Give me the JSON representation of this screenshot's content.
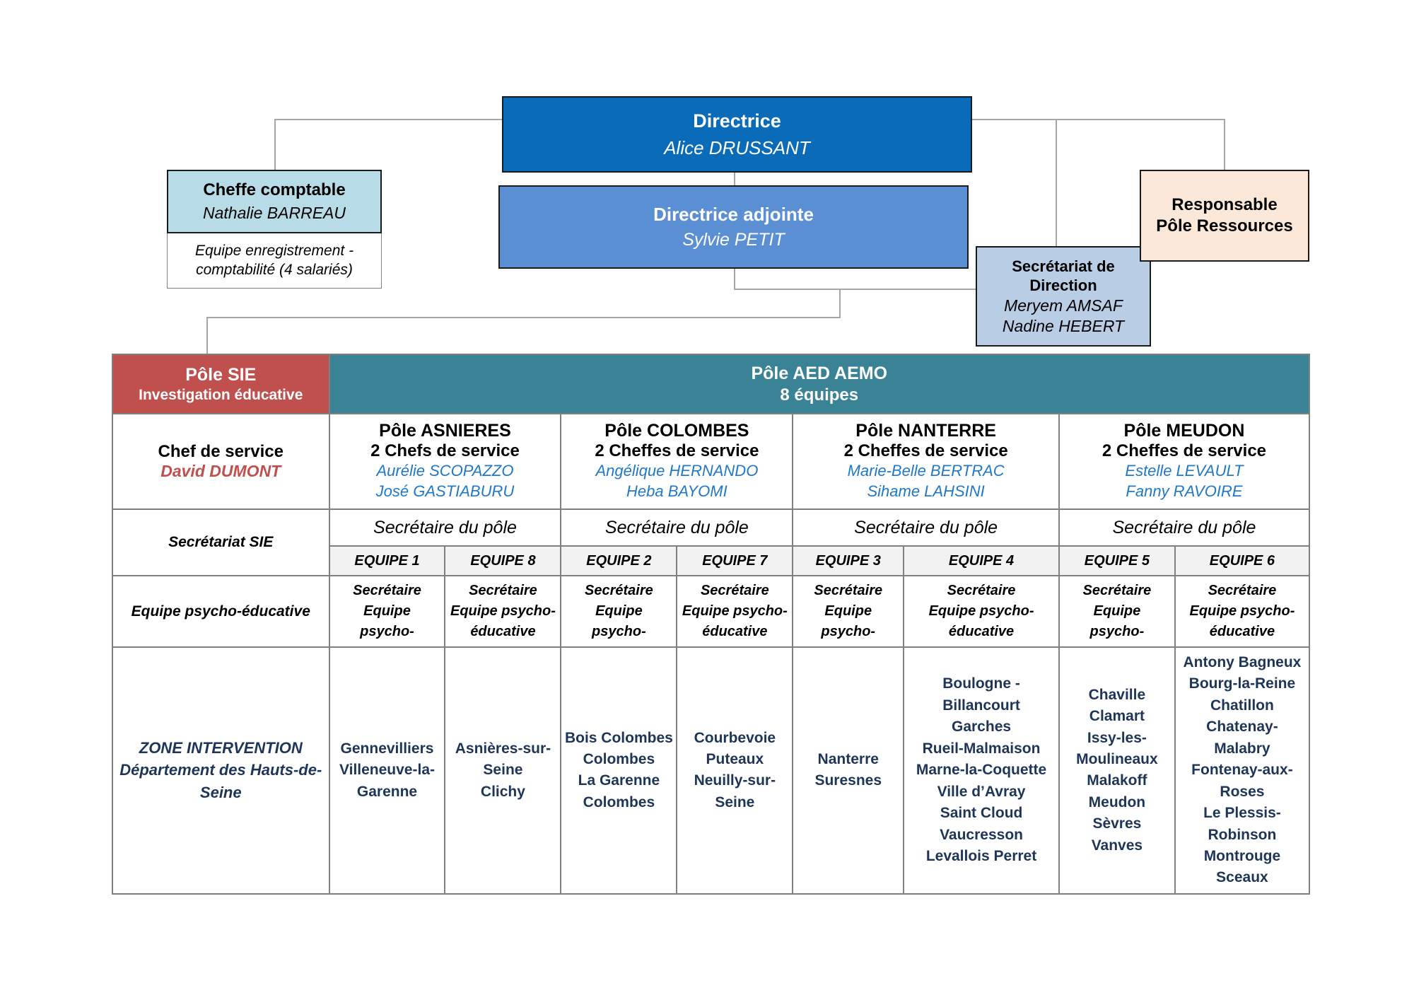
{
  "top": {
    "directrice": {
      "title": "Directrice",
      "person": "Alice DRUSSANT"
    },
    "directrice_adjointe": {
      "title": "Directrice adjointe",
      "person": "Sylvie PETIT"
    },
    "cheffe_comptable": {
      "title": "Cheffe comptable",
      "person": "Nathalie BARREAU"
    },
    "equipe_comptabilite": {
      "text": "Equipe enregistrement - comptabilité (4 salariés)"
    },
    "secretariat_direction": {
      "title_line1": "Secrétariat de",
      "title_line2": "Direction",
      "person1": "Meryem AMSAF",
      "person2": "Nadine HEBERT"
    },
    "responsable_ressources": {
      "title_line1": "Responsable",
      "title_line2": "Pôle Ressources"
    }
  },
  "bands": {
    "sie": {
      "line1": "Pôle SIE",
      "line2": "Investigation éducative"
    },
    "aed": {
      "line1": "Pôle AED AEMO",
      "line2": "8 équipes"
    }
  },
  "sie_column": {
    "chef_label": "Chef de service",
    "chef_person": "David DUMONT",
    "secretariat": "Secrétariat SIE",
    "equipe_psy": "Equipe psycho-éducative",
    "zone_line1": "ZONE INTERVENTION",
    "zone_line2": "Département des Hauts-de-Seine"
  },
  "poles": [
    {
      "name": "Pôle ASNIERES",
      "chefs_label": "2 Chefs de service",
      "persons": [
        "Aurélie SCOPAZZO",
        "José GASTIABURU"
      ],
      "secretaire_pole": "Secrétaire du pôle"
    },
    {
      "name": "Pôle COLOMBES",
      "chefs_label": "2 Cheffes de service",
      "persons": [
        "Angélique HERNANDO",
        "Heba BAYOMI"
      ],
      "secretaire_pole": "Secrétaire du pôle"
    },
    {
      "name": "Pôle NANTERRE",
      "chefs_label": "2 Cheffes de service",
      "persons": [
        "Marie-Belle BERTRAC",
        "Sihame LAHSINI"
      ],
      "secretaire_pole": "Secrétaire du pôle"
    },
    {
      "name": "Pôle MEUDON",
      "chefs_label": "2 Cheffes de service",
      "persons": [
        "Estelle LEVAULT",
        "Fanny RAVOIRE"
      ],
      "secretaire_pole": "Secrétaire du pôle"
    }
  ],
  "equipes": [
    {
      "header": "EQUIPE 1",
      "sec_line1": "Secrétaire",
      "sec_line2": "Equipe",
      "sec_line3": "psycho-",
      "zone": [
        "Gennevilliers",
        "Villeneuve-la-Garenne"
      ]
    },
    {
      "header": "EQUIPE 8",
      "sec_line1": "Secrétaire",
      "sec_line2": "Equipe psycho-",
      "sec_line3": "éducative",
      "zone": [
        "Asnières-sur-Seine",
        "Clichy"
      ]
    },
    {
      "header": "EQUIPE 2",
      "sec_line1": "Secrétaire",
      "sec_line2": "Equipe",
      "sec_line3": "psycho-",
      "zone": [
        "Bois Colombes",
        "Colombes",
        "La Garenne Colombes"
      ]
    },
    {
      "header": "EQUIPE 7",
      "sec_line1": "Secrétaire",
      "sec_line2": "Equipe psycho-",
      "sec_line3": "éducative",
      "zone": [
        "Courbevoie",
        "Puteaux",
        "Neuilly-sur-Seine"
      ]
    },
    {
      "header": "EQUIPE 3",
      "sec_line1": "Secrétaire",
      "sec_line2": "Equipe",
      "sec_line3": "psycho-",
      "zone": [
        "Nanterre",
        "Suresnes"
      ]
    },
    {
      "header": "EQUIPE 4",
      "sec_line1": "Secrétaire",
      "sec_line2": "Equipe psycho-",
      "sec_line3": "éducative",
      "zone": [
        "Boulogne - Billancourt",
        "Garches",
        "Rueil-Malmaison",
        "Marne-la-Coquette",
        "Ville d’Avray",
        "Saint Cloud",
        "Vaucresson",
        "Levallois Perret"
      ]
    },
    {
      "header": "EQUIPE 5",
      "sec_line1": "Secrétaire",
      "sec_line2": "Equipe",
      "sec_line3": "psycho-",
      "zone": [
        "Chaville",
        "Clamart",
        "Issy-les-Moulineaux",
        "Malakoff",
        "Meudon",
        "Sèvres",
        "Vanves"
      ]
    },
    {
      "header": "EQUIPE 6",
      "sec_line1": "Secrétaire",
      "sec_line2": "Equipe psycho-",
      "sec_line3": "éducative",
      "zone": [
        "Antony Bagneux",
        "Bourg-la-Reine",
        "Chatillon",
        "Chatenay-Malabry",
        "Fontenay-aux-Roses",
        "Le Plessis-Robinson",
        "Montrouge",
        "Sceaux"
      ]
    }
  ],
  "colors": {
    "directrice_bg": "#0a6cb8",
    "adjointe_bg": "#5b8fd4",
    "comptable_bg": "#b7dce8",
    "secretariat_bg": "#b9cde5",
    "ressources_bg": "#fce8d9",
    "sie_band_bg": "#c0504d",
    "aed_band_bg": "#3a8296",
    "person_blue": "#1f78c8",
    "person_red": "#c0504d",
    "zone_navy": "#1f3558"
  }
}
